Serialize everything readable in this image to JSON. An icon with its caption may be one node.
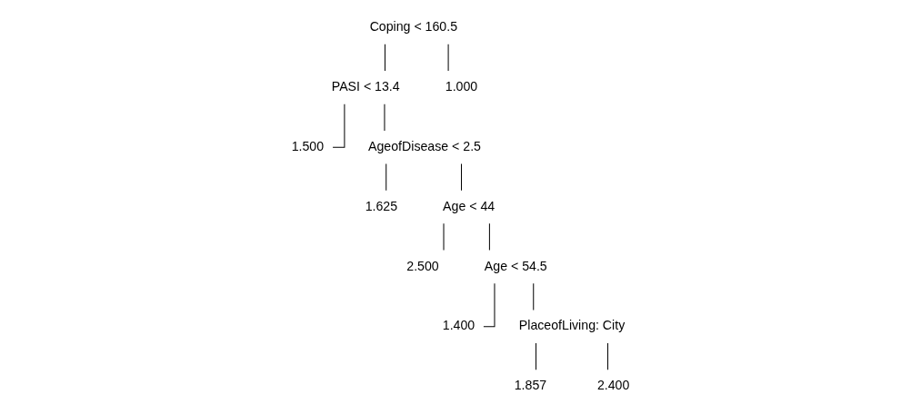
{
  "diagram": {
    "nodes": [
      {
        "text": [
          "Coping < 160.5"
        ]
      },
      {
        "text": [
          "PASI < 13.4"
        ]
      },
      {
        "text": [
          "1.000"
        ]
      },
      {
        "text": [
          "1.500"
        ]
      },
      {
        "text": [
          "AgeofDisease < 2.5"
        ]
      },
      {
        "text": [
          "1.625"
        ]
      },
      {
        "text": [
          "Age < 44"
        ]
      },
      {
        "text": [
          "2.500"
        ]
      },
      {
        "text": [
          "Age < 54.5"
        ]
      },
      {
        "text": [
          "1.400"
        ]
      },
      {
        "text": [
          "PlaceofLiving: City"
        ]
      },
      {
        "text": [
          "1.857"
        ]
      },
      {
        "text": [
          "2.400"
        ]
      }
    ],
    "edges": [
      {
        "from": 0,
        "to": 1,
        "arrow": "none"
      },
      {
        "from": 0,
        "to": 2,
        "arrow": "none"
      },
      {
        "from": 1,
        "to": 3,
        "arrow": "none"
      },
      {
        "from": 1,
        "to": 4,
        "arrow": "none"
      },
      {
        "from": 4,
        "to": 5,
        "arrow": "none"
      },
      {
        "from": 4,
        "to": 6,
        "arrow": "none"
      },
      {
        "from": 6,
        "to": 7,
        "arrow": "none"
      },
      {
        "from": 6,
        "to": 8,
        "arrow": "none"
      },
      {
        "from": 8,
        "to": 9,
        "arrow": "none"
      },
      {
        "from": 8,
        "to": 10,
        "arrow": "none"
      },
      {
        "from": 10,
        "to": 11,
        "arrow": "none"
      },
      {
        "from": 10,
        "to": 12,
        "arrow": "none"
      }
    ]
  }
}
